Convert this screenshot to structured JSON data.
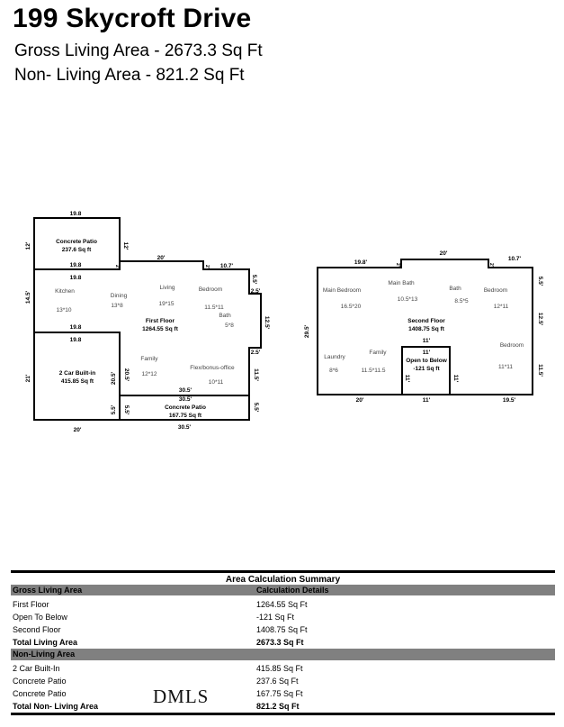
{
  "header": {
    "title": "199 Skycroft Drive",
    "gross": "Gross Living Area - 2673.3 Sq Ft",
    "nonliving": "Non- Living Area - 821.2 Sq Ft"
  },
  "first_floor": {
    "patio_top": {
      "name": "Concrete Patio",
      "area": "237.6 Sq ft",
      "dim_top": "19.8",
      "dim_left": "12'",
      "dim_right": "12'",
      "dim_bottom": "19.8"
    },
    "main": {
      "name": "First Floor",
      "area": "1264.55 Sq ft",
      "dim_top_left": "19.8",
      "dim_step1": "2'",
      "dim_top": "20'",
      "dim_step2": "2'",
      "dim_top_right": "10.7'",
      "dim_left": "14.5'",
      "dim_r1": "5.5'",
      "dim_r2": "2.5'",
      "dim_r3": "12.5'",
      "dim_r4": "2.5'",
      "dim_r5": "11.5'",
      "dim_inner_left": "20.5'",
      "dim_bottom": "30.5'",
      "dim_mid_left": "19.8"
    },
    "rooms": [
      {
        "name": "Kitchen",
        "size": "13*10"
      },
      {
        "name": "Dining",
        "size": "13*8"
      },
      {
        "name": "Living",
        "size": "19*15"
      },
      {
        "name": "Bedroom",
        "size": "11.5*11"
      },
      {
        "name": "Bath",
        "size": "5*8"
      },
      {
        "name": "Family",
        "size": "12*12"
      },
      {
        "name": "Flex/bonus-office",
        "size": "10*11"
      }
    ],
    "garage": {
      "name": "2 Car Built-in",
      "area": "415.85 Sq ft",
      "dim_top": "19.8",
      "dim_left": "21'",
      "dim_right": "20.5'",
      "dim_right2": "5.5'",
      "dim_bottom": "20'"
    },
    "patio_bottom": {
      "name": "Concrete Patio",
      "area": "167.75 Sq ft",
      "dim_top": "30.5'",
      "dim_left": "5.5'",
      "dim_right": "5.5'",
      "dim_bottom": "30.5'"
    }
  },
  "second_floor": {
    "name": "Second Floor",
    "area": "1408.75 Sq ft",
    "dims": {
      "top_left": "19.8'",
      "step1": "2'",
      "top": "20'",
      "step2": "2'",
      "top_right": "10.7'",
      "left": "29.5'",
      "r1": "5.5'",
      "r2": "12.5'",
      "r3": "11.5'",
      "bottom_left": "20'",
      "bottom_mid": "11'",
      "bottom_right": "19.5'",
      "otb_top_out": "11'",
      "otb_top_in": "11'",
      "otb_left": "11'",
      "otb_right": "11'"
    },
    "rooms": [
      {
        "name": "Main Bedroom",
        "size": "16.5*20"
      },
      {
        "name": "Main Bath",
        "size": "10.5*13"
      },
      {
        "name": "Bath",
        "size": "8.5*5"
      },
      {
        "name": "Bedroom",
        "size": "12*11"
      },
      {
        "name": "Bedroom",
        "size": "11*11"
      },
      {
        "name": "Laundry",
        "size": "8*6"
      },
      {
        "name": "Family",
        "size": "11.5*11.5"
      }
    ],
    "open_to_below": {
      "name": "Open to Below",
      "area": "-121 Sq ft"
    }
  },
  "summary": {
    "title": "Area Calculation Summary",
    "gross_header": "Gross Living Area",
    "details_header": "Calculation Details",
    "gross_rows": [
      {
        "label": "First Floor",
        "value": "1264.55 Sq Ft"
      },
      {
        "label": "Open To Below",
        "value": "-121 Sq Ft"
      },
      {
        "label": "Second Floor",
        "value": "1408.75 Sq Ft"
      }
    ],
    "gross_total": {
      "label": "Total Living Area",
      "value": "2673.3 Sq Ft"
    },
    "nonliving_header": "Non-Living Area",
    "nonliving_rows": [
      {
        "label": "2 Car Built-In",
        "value": "415.85 Sq Ft"
      },
      {
        "label": "Concrete Patio",
        "value": "237.6 Sq Ft"
      },
      {
        "label": "Concrete Patio",
        "value": "167.75 Sq Ft"
      }
    ],
    "nonliving_total": {
      "label": "Total Non- Living Area",
      "value": "821.2 Sq Ft"
    }
  },
  "watermark": "DMLS"
}
